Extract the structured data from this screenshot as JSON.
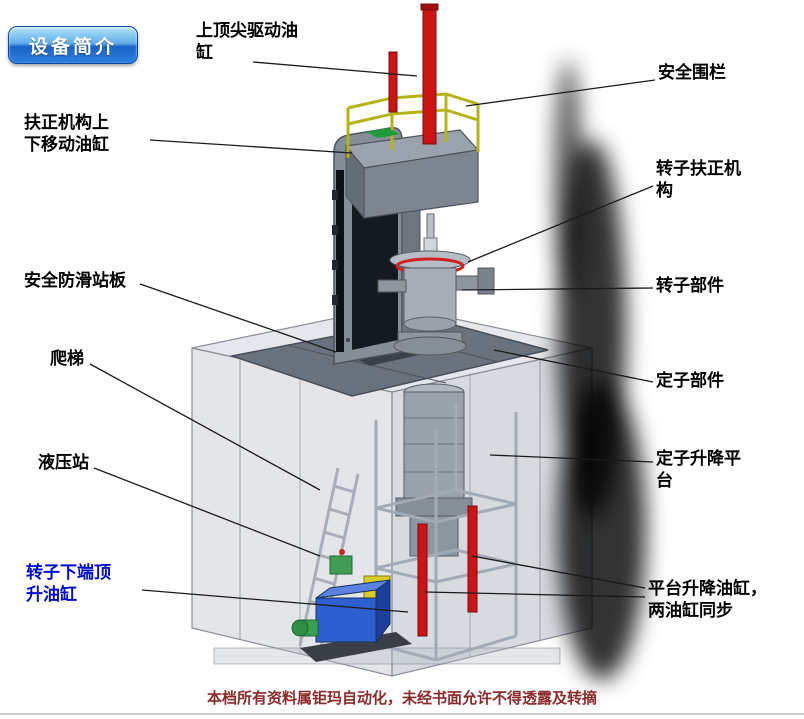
{
  "badge": {
    "label": "设备简介"
  },
  "labels": {
    "top_center_cylinder": "上顶尖驱动油\n缸",
    "safety_fence": "安全围栏",
    "centering_move_cylinder": "扶正机构上\n下移动油缸",
    "rotor_centering_mechanism": "转子扶正机\n构",
    "anti_slip_platform": "安全防滑站板",
    "rotor_part": "转子部件",
    "ladder": "爬梯",
    "stator_part": "定子部件",
    "hydraulic_station": "液压站",
    "stator_lift_platform": "定子升降平\n台",
    "rotor_bottom_jack_cylinder": "转子下端顶\n升油缸",
    "platform_lift_cylinders": "平台升降油缸，\n两油缸同步"
  },
  "footer": {
    "text": "本档所有资料属钜玛自动化，未经书面允许不得透露及转摘"
  },
  "colors": {
    "label_blue": "#0008cf",
    "footer_red": "#8a2a2a",
    "cylinder_red": "#cc1414",
    "railing_yellow": "#b4b414",
    "hydraulic_blue": "#2e5fd0",
    "badge_blue": "#1a63c6"
  }
}
